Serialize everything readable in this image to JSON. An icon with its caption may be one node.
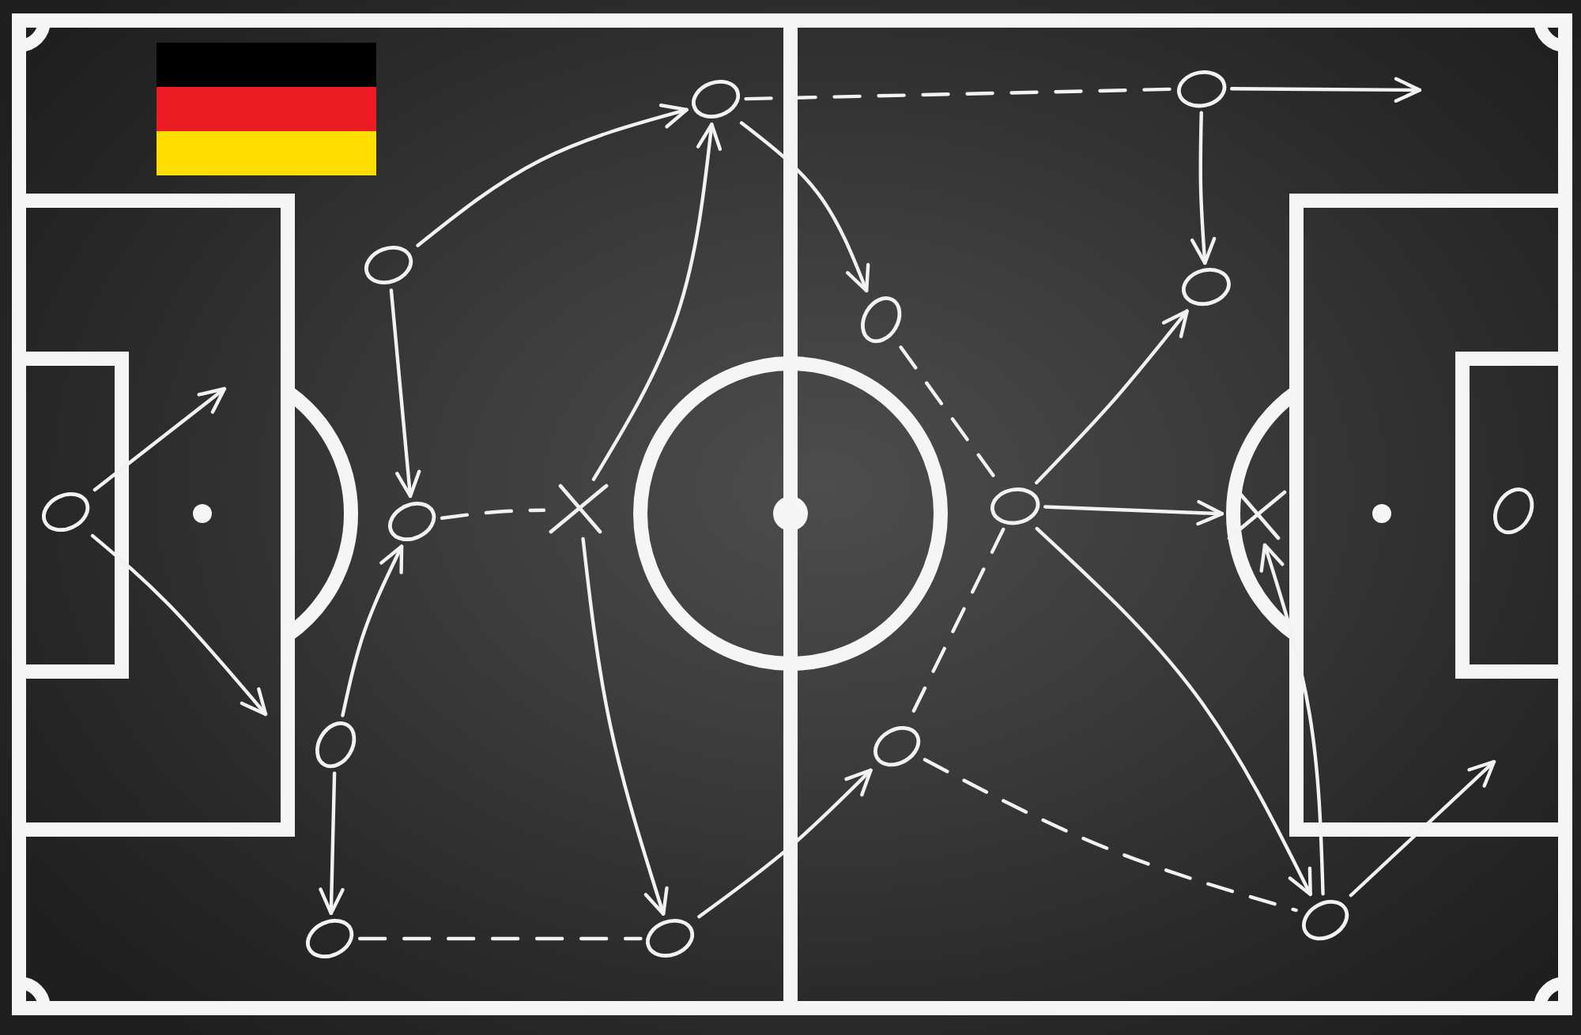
{
  "diagram": {
    "nodes": [
      {
        "text": [],
        "shape": "circle"
      },
      {
        "text": [],
        "shape": "circle"
      },
      {
        "text": [],
        "shape": "circle"
      },
      {
        "text": [],
        "shape": "circle"
      },
      {
        "text": [],
        "shape": "circle"
      },
      {
        "text": [],
        "shape": "circle"
      },
      {
        "text": [],
        "shape": "circle"
      },
      {
        "text": [],
        "shape": "cross"
      },
      {
        "text": [],
        "shape": "circle"
      },
      {
        "text": [],
        "shape": "cross"
      },
      {
        "text": [],
        "shape": "circle"
      },
      {
        "text": [],
        "shape": "circle"
      },
      {
        "text": [],
        "shape": "circle"
      },
      {
        "text": [],
        "shape": "circle"
      },
      {
        "text": [],
        "shape": "circle"
      },
      {
        "text": [],
        "shape": "circle"
      }
    ],
    "edges": [
      {
        "from": 0,
        "to": null,
        "arrow": "to"
      },
      {
        "from": 0,
        "to": null,
        "arrow": "to"
      },
      {
        "from": 1,
        "to": 2,
        "arrow": "to"
      },
      {
        "from": 1,
        "to": 6,
        "arrow": "to"
      },
      {
        "from": 6,
        "to": 7,
        "arrow": "none",
        "style": "dashed"
      },
      {
        "from": 7,
        "to": 2,
        "arrow": "to"
      },
      {
        "from": 7,
        "to": 14,
        "arrow": "to"
      },
      {
        "from": 11,
        "to": 6,
        "arrow": "to"
      },
      {
        "from": 11,
        "to": 13,
        "arrow": "to"
      },
      {
        "from": 13,
        "to": 14,
        "arrow": "none",
        "style": "dashed"
      },
      {
        "from": 14,
        "to": 12,
        "arrow": "to"
      },
      {
        "from": 2,
        "to": 3,
        "arrow": "none",
        "style": "dashed"
      },
      {
        "from": 3,
        "to": null,
        "arrow": "to"
      },
      {
        "from": 3,
        "to": 4,
        "arrow": "to"
      },
      {
        "from": 2,
        "to": 5,
        "arrow": "to"
      },
      {
        "from": 5,
        "to": 8,
        "arrow": "none",
        "style": "dashed"
      },
      {
        "from": 8,
        "to": 4,
        "arrow": "to"
      },
      {
        "from": 8,
        "to": 9,
        "arrow": "to"
      },
      {
        "from": 8,
        "to": 12,
        "arrow": "none",
        "style": "dashed"
      },
      {
        "from": 8,
        "to": 15,
        "arrow": "to"
      },
      {
        "from": 12,
        "to": 15,
        "arrow": "none",
        "style": "dashed"
      },
      {
        "from": 15,
        "to": null,
        "arrow": "to"
      },
      {
        "from": 15,
        "to": 9,
        "arrow": "to"
      }
    ]
  }
}
